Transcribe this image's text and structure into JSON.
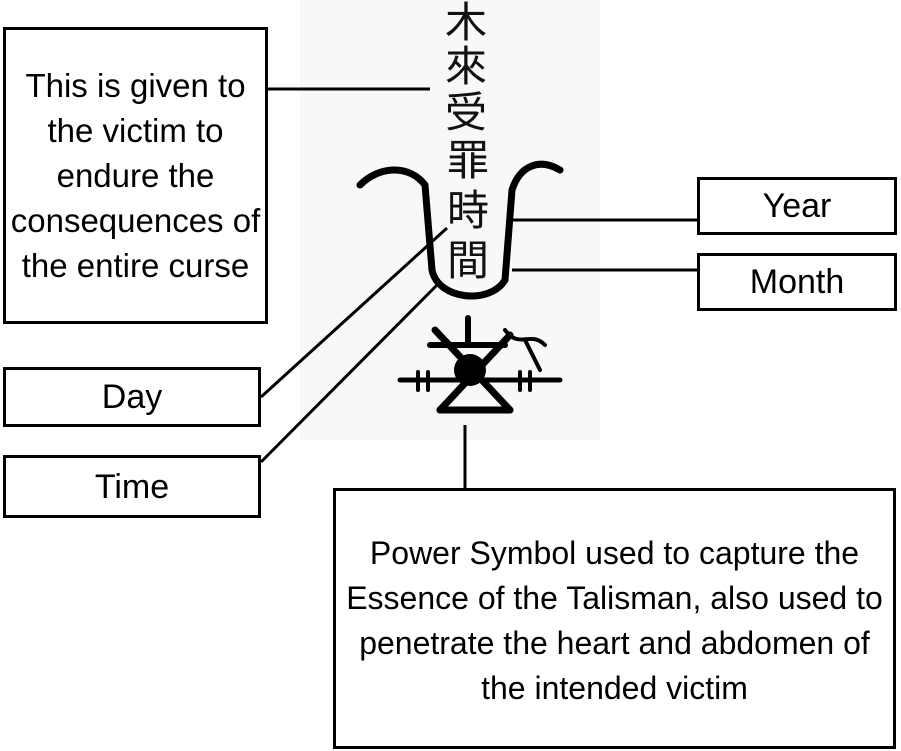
{
  "labels": {
    "victim": "This is given to the victim to endure the consequences of the entire curse",
    "year": "Year",
    "month": "Month",
    "day": "Day",
    "time": "Time",
    "power_symbol": "Power Symbol used to capture the Essence of the Talisman, also used to penetrate the heart and abdomen of the intended victim"
  }
}
